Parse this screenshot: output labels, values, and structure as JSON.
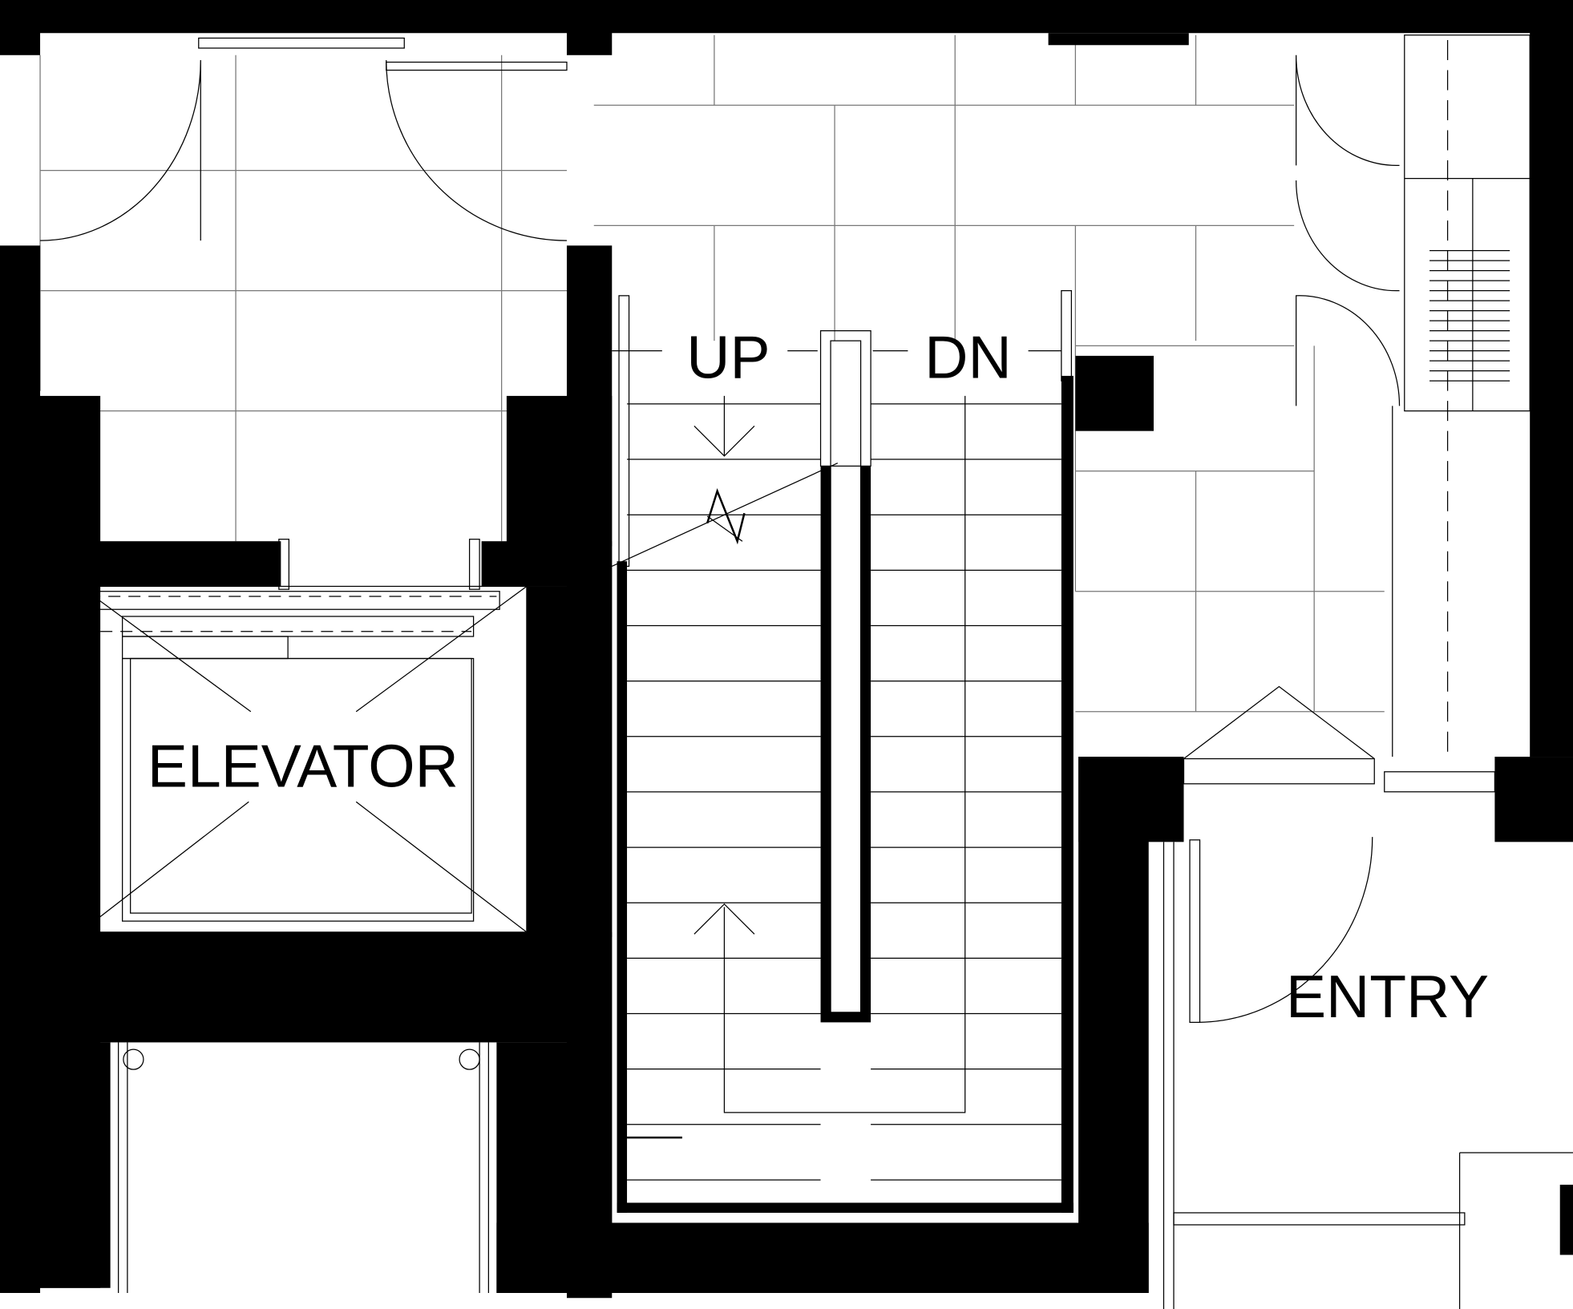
{
  "labels": {
    "up": "UP",
    "dn": "DN",
    "elevator": "ELEVATOR",
    "entry": "ENTRY"
  },
  "colors": {
    "wall": "#000000",
    "background": "#ffffff",
    "grid": "#777777"
  }
}
